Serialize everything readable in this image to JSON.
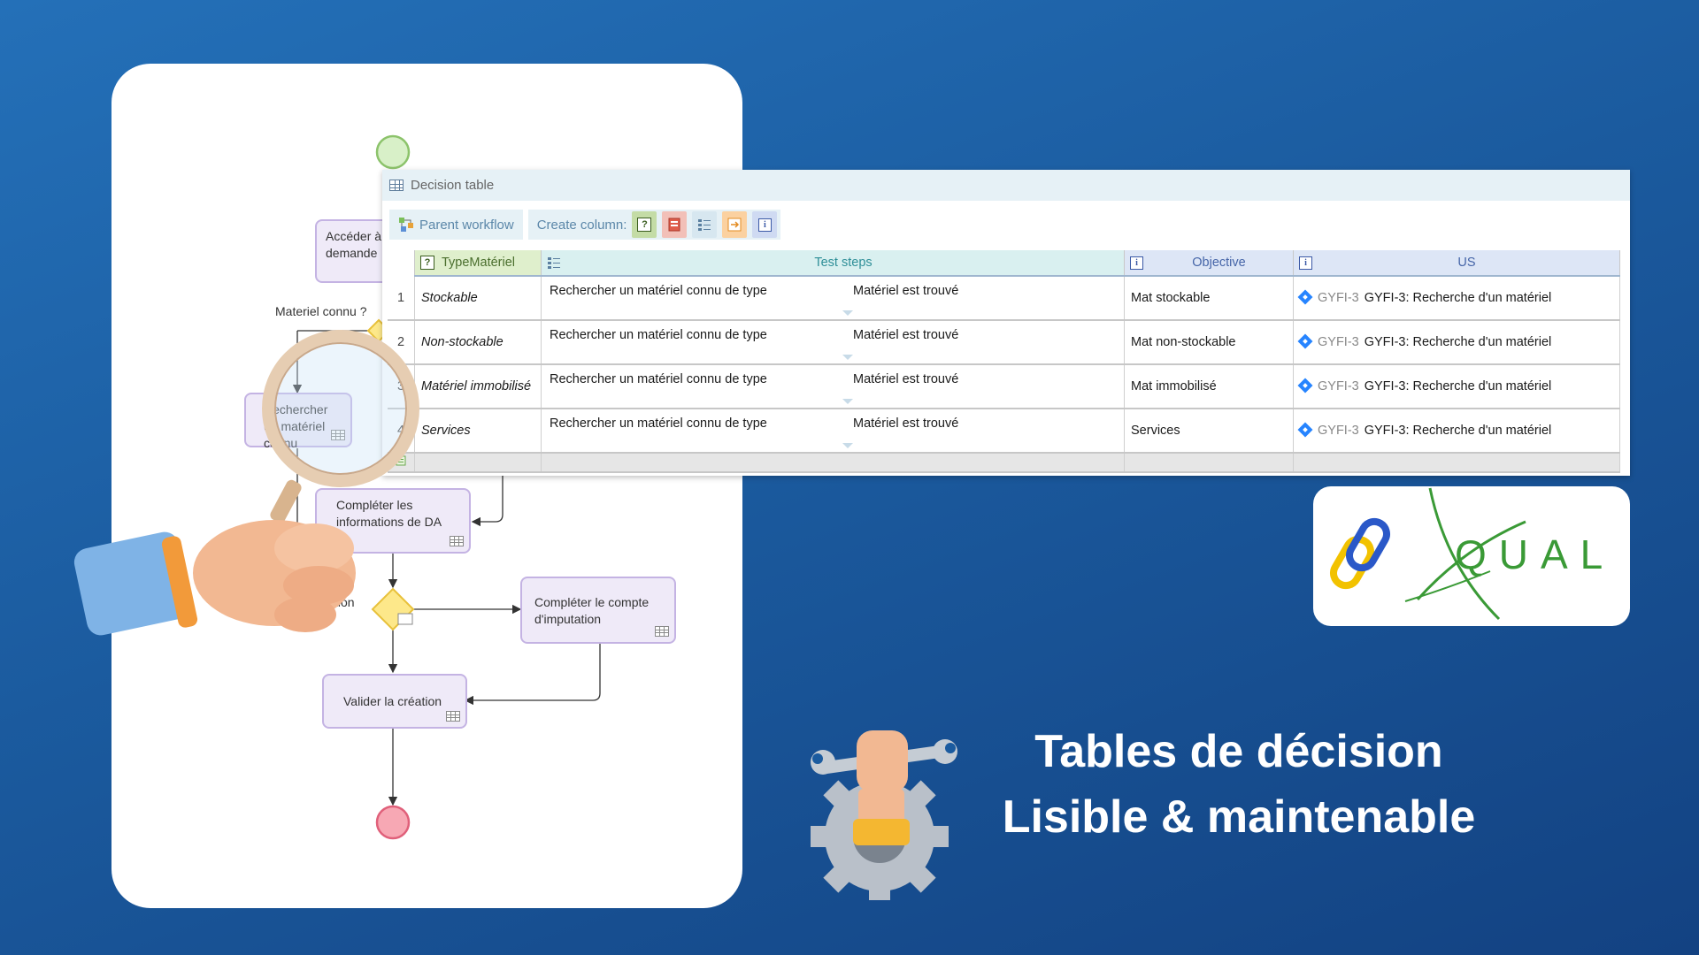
{
  "workflow": {
    "box_acceder": "Accéder à la demande",
    "question_label": "Materiel connu ?",
    "box_rechercher": "Rechercher un matériel connu",
    "box_completer_infos": "Compléter les informations de DA",
    "imputation_label": "imputation",
    "box_completer_compte": "Compléter le compte d'imputation",
    "box_valider": "Valider la création"
  },
  "decision_table": {
    "title": "Decision table",
    "toolbar": {
      "parent_workflow": "Parent workflow",
      "create_column": "Create column:"
    },
    "columns": {
      "type": "TypeMatériel",
      "test_steps": "Test steps",
      "objective": "Objective",
      "us": "US"
    },
    "rows": [
      {
        "num": "1",
        "type": "Stockable",
        "step_action": "Rechercher un matériel connu de type",
        "step_result": "Matériel est trouvé",
        "objective": "Mat stockable",
        "us_id": "GYFI-3",
        "us_title": "GYFI-3: Recherche d'un matériel"
      },
      {
        "num": "2",
        "type": "Non-stockable",
        "step_action": "Rechercher un matériel connu de type",
        "step_result": "Matériel est trouvé",
        "objective": "Mat non-stockable",
        "us_id": "GYFI-3",
        "us_title": "GYFI-3: Recherche d'un matériel"
      },
      {
        "num": "3",
        "type": "Matériel immobilisé",
        "step_action": "Rechercher un matériel connu de type",
        "step_result": "Matériel est trouvé",
        "objective": "Mat immobilisé",
        "us_id": "GYFI-3",
        "us_title": "GYFI-3: Recherche d'un matériel"
      },
      {
        "num": "4",
        "type": "Services",
        "step_action": "Rechercher un matériel connu de type",
        "step_result": "Matériel est trouvé",
        "objective": "Services",
        "us_id": "GYFI-3",
        "us_title": "GYFI-3: Recherche d'un matériel"
      }
    ]
  },
  "logo": {
    "text": "QUAL",
    "colors": {
      "green": "#3a9a36",
      "yellow": "#f2c200",
      "blue": "#2a58c8"
    }
  },
  "headline": {
    "line1": "Tables de décision",
    "line2": "Lisible & maintenable"
  },
  "colors": {
    "background": "#1b5b9f",
    "header_green": "#dfefcc",
    "header_teal": "#d9f0f0",
    "header_blue": "#dde6f6",
    "box_fill": "#efeaf8"
  }
}
